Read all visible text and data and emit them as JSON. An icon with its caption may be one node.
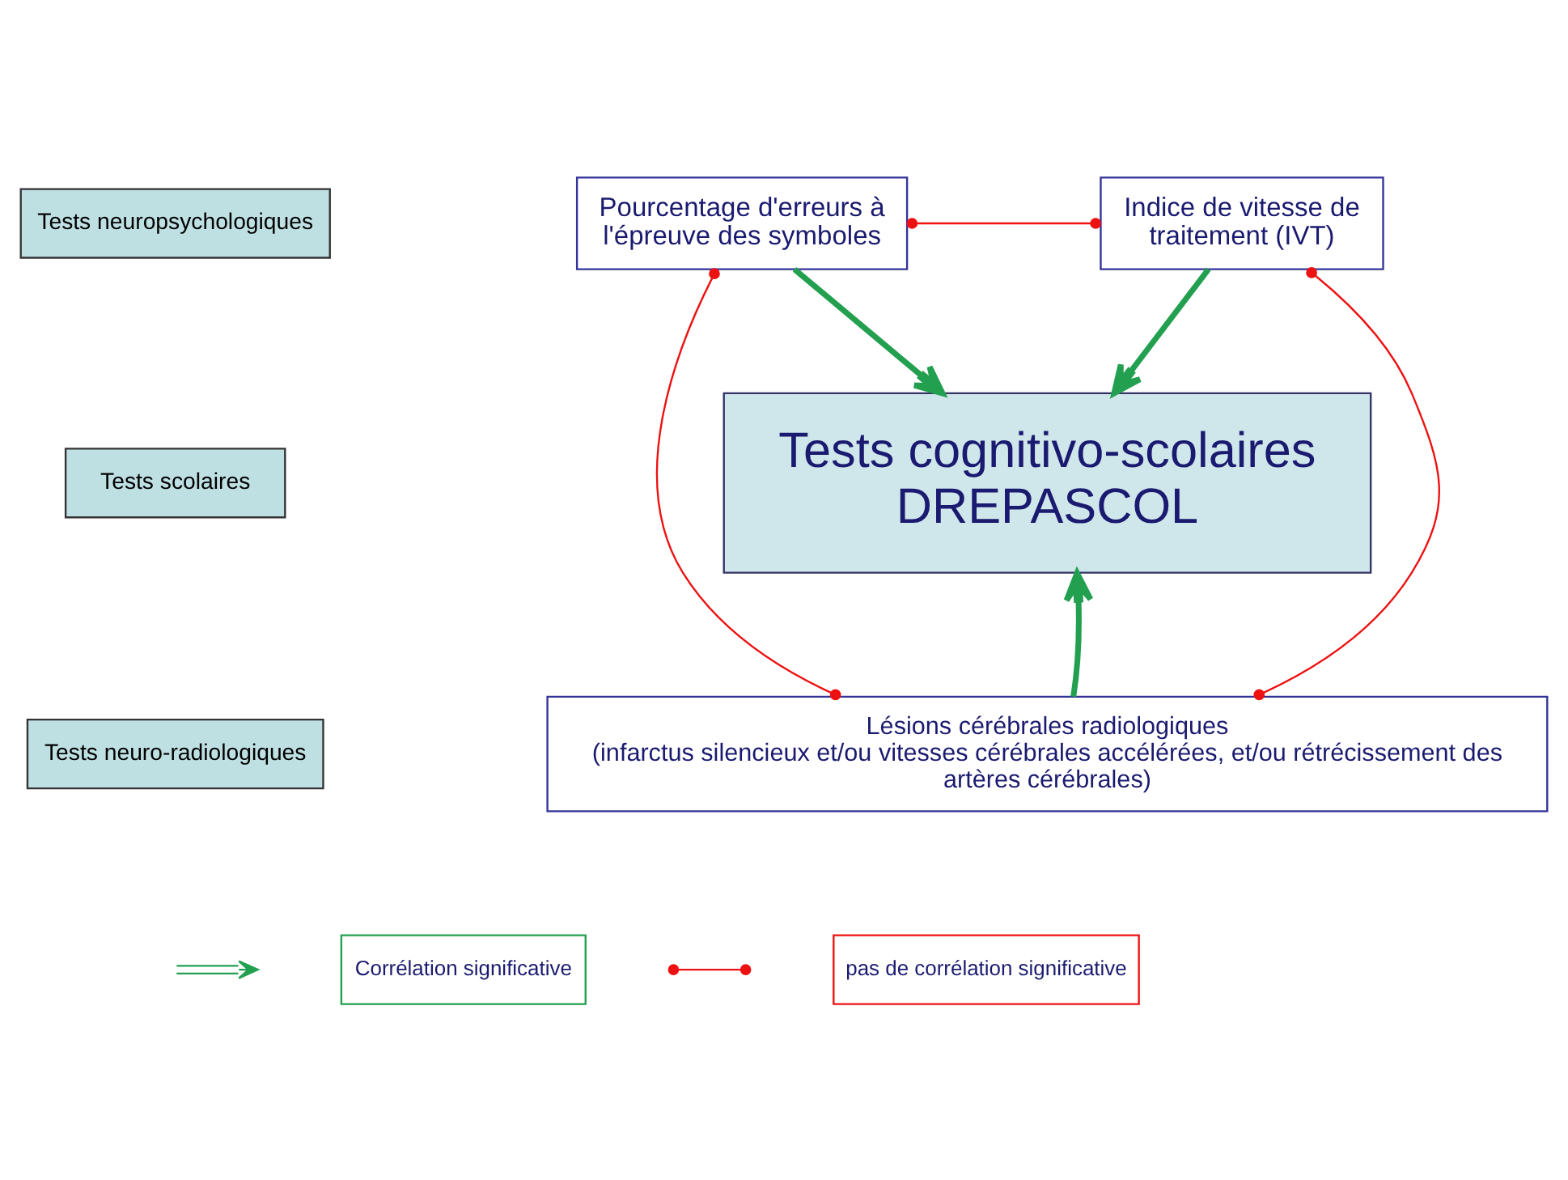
{
  "diagram": {
    "nodes": [
      {
        "text": [
          "Tests neuropsychologiques"
        ]
      },
      {
        "text": [
          "Pourcentage d'erreurs à l'épreuve des symboles"
        ]
      },
      {
        "text": [
          "Indice de vitesse de traitement (IVT)"
        ]
      },
      {
        "text": [
          "Tests scolaires"
        ]
      },
      {
        "text": [
          "Tests cognitivo-scolaires",
          "DREPASCOL"
        ]
      },
      {
        "text": [
          "Tests neuro-radiologiques"
        ]
      },
      {
        "text": [
          "Lésions cérébrales radiologiques",
          "(infarctus silencieux et/ou vitesses cérébrales accélérées, et/ou rétrécissement des artères cérébrales)"
        ]
      }
    ],
    "edges": [
      {
        "from": 1,
        "to": 2,
        "arrow": "other",
        "color": "#ee1111"
      },
      {
        "from": 1,
        "to": 4,
        "arrow": "to",
        "style": "thick",
        "color": "#22a050"
      },
      {
        "from": 2,
        "to": 4,
        "arrow": "to",
        "style": "thick",
        "color": "#22a050"
      },
      {
        "from": 1,
        "to": 6,
        "arrow": "other",
        "color": "#ee1111"
      },
      {
        "from": 2,
        "to": 6,
        "arrow": "other",
        "color": "#ee1111"
      },
      {
        "from": 6,
        "to": 4,
        "arrow": "to",
        "style": "thick",
        "color": "#22a050"
      }
    ],
    "legend": [
      {
        "text": "Corrélation significative"
      },
      {
        "text": "pas de corrélation significative"
      }
    ]
  }
}
